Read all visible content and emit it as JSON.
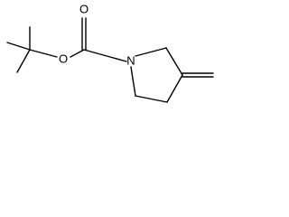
{
  "molecule": {
    "atoms": {
      "oxygen_carbonyl": "O",
      "oxygen_ester": "O",
      "nitrogen": "N"
    },
    "colors": {
      "bond": "#000000",
      "background": "#ffffff"
    }
  }
}
